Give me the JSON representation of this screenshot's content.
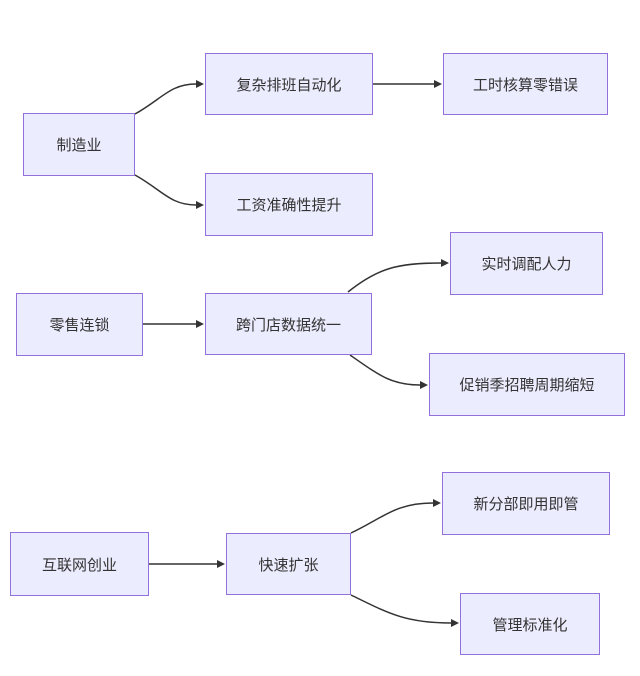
{
  "diagram": {
    "type": "flowchart-left-to-right",
    "nodes": {
      "manufacturing": {
        "label": "制造业"
      },
      "complex_scheduling": {
        "label": "复杂排班自动化"
      },
      "zero_error_hours": {
        "label": "工时核算零错误"
      },
      "salary_accuracy": {
        "label": "工资准确性提升"
      },
      "retail_chain": {
        "label": "零售连锁"
      },
      "cross_store_data": {
        "label": "跨门店数据统一"
      },
      "realtime_staffing": {
        "label": "实时调配人力"
      },
      "promo_hiring": {
        "label": "促销季招聘周期缩短"
      },
      "internet_startup": {
        "label": "互联网创业"
      },
      "rapid_expansion": {
        "label": "快速扩张"
      },
      "new_branch": {
        "label": "新分部即用即管"
      },
      "mgmt_standardization": {
        "label": "管理标准化"
      }
    },
    "edges": [
      {
        "from": "制造业",
        "to": "复杂排班自动化"
      },
      {
        "from": "制造业",
        "to": "工资准确性提升"
      },
      {
        "from": "复杂排班自动化",
        "to": "工时核算零错误"
      },
      {
        "from": "零售连锁",
        "to": "跨门店数据统一"
      },
      {
        "from": "跨门店数据统一",
        "to": "实时调配人力"
      },
      {
        "from": "跨门店数据统一",
        "to": "促销季招聘周期缩短"
      },
      {
        "from": "互联网创业",
        "to": "快速扩张"
      },
      {
        "from": "快速扩张",
        "to": "新分部即用即管"
      },
      {
        "from": "快速扩张",
        "to": "管理标准化"
      }
    ],
    "colors": {
      "node_fill": "#ECECFF",
      "node_border": "#9370DB",
      "node_text": "#333333",
      "edge_stroke": "#333333",
      "background": "#ffffff"
    }
  }
}
